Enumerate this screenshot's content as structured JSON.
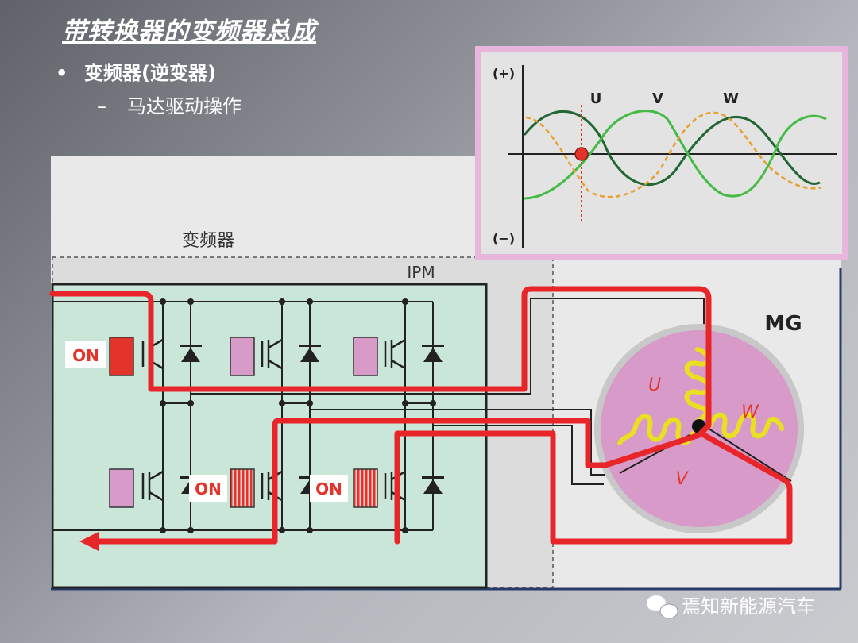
{
  "slide": {
    "title": "带转换器的变频器总成",
    "bullet1": "变频器(逆变器)",
    "bullet2": "马达驱动操作",
    "bullet_symbol": "•",
    "dash_symbol": "–"
  },
  "diagram": {
    "inverter_label": "变频器",
    "ipm_label": "IPM",
    "mg_label": "MG",
    "coil_u": "U",
    "coil_v": "V",
    "coil_w": "W",
    "on_label_1": "ON",
    "on_label_2": "ON",
    "on_label_3": "ON"
  },
  "waveform": {
    "plus_label": "(+)",
    "minus_label": "(−)",
    "label_u": "U",
    "label_v": "V",
    "label_w": "W"
  },
  "watermark": {
    "text": "焉知新能源汽车"
  },
  "colors": {
    "current_path": "#e8262a",
    "ipm_fill": "#c9e6d8",
    "motor_fill": "#d79ac9",
    "coil": "#e8e020",
    "gate_off": "#d79ac9",
    "gate_on": "#e3342b"
  }
}
